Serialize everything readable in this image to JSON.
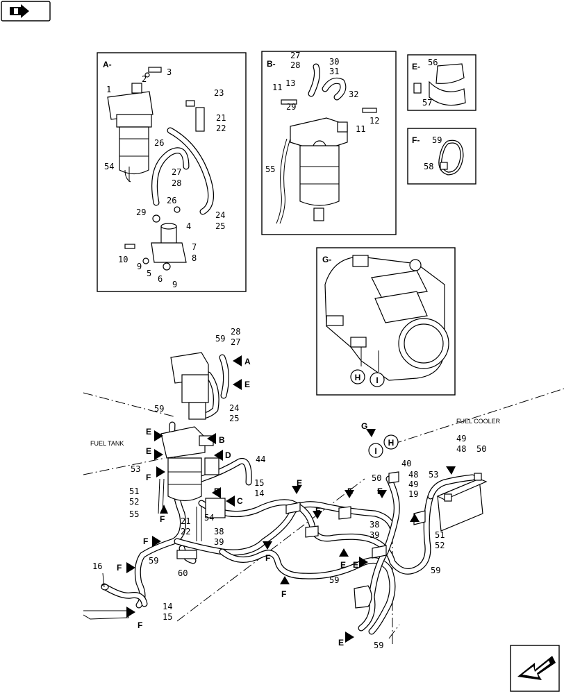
{
  "nav": {
    "icon": "back-arrow-icon",
    "corner_icon": "next-page-arrow-icon"
  },
  "callouts": {
    "A": {
      "title": "A-",
      "labels": [
        "1",
        "2",
        "3",
        "23",
        "21",
        "22",
        "26",
        "54",
        "27",
        "28",
        "29",
        "26",
        "24",
        "25",
        "4",
        "10",
        "9",
        "5",
        "6",
        "9",
        "7",
        "8"
      ]
    },
    "B": {
      "title": "B-",
      "labels": [
        "27",
        "28",
        "30",
        "31",
        "11",
        "13",
        "32",
        "29",
        "11",
        "12",
        "55"
      ]
    },
    "E": {
      "title": "E-",
      "labels": [
        "56",
        "57"
      ]
    },
    "F": {
      "title": "F-",
      "labels": [
        "59",
        "58"
      ]
    },
    "G": {
      "title": "G-",
      "labels": [
        "H",
        "I"
      ]
    }
  },
  "main": {
    "fuel_tank": "FUEL TANK",
    "fuel_cooler": "FUEL COOLER",
    "pointers": [
      "A",
      "E",
      "B",
      "D",
      "C",
      "E",
      "E",
      "F",
      "F",
      "F",
      "F",
      "F",
      "F",
      "E",
      "E",
      "E",
      "E",
      "F",
      "F",
      "E",
      "E",
      "E",
      "G"
    ],
    "circled": [
      "H",
      "I"
    ],
    "part_numbers": [
      "59",
      "28",
      "27",
      "24",
      "25",
      "59",
      "44",
      "53",
      "15",
      "14",
      "51",
      "52",
      "55",
      "21",
      "22",
      "54",
      "38",
      "39",
      "59",
      "60",
      "16",
      "14",
      "15",
      "40",
      "48",
      "50",
      "49",
      "19",
      "38",
      "39",
      "53",
      "49",
      "48",
      "50",
      "51",
      "52",
      "59",
      "59",
      "59"
    ]
  }
}
